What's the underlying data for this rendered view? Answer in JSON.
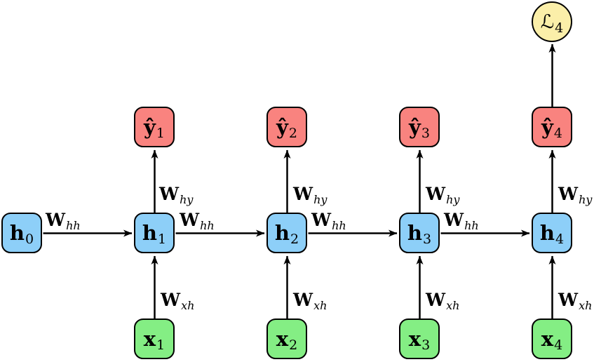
{
  "nodes": {
    "hidden": [
      {
        "base": "h",
        "sub": "0"
      },
      {
        "base": "h",
        "sub": "1"
      },
      {
        "base": "h",
        "sub": "2"
      },
      {
        "base": "h",
        "sub": "3"
      },
      {
        "base": "h",
        "sub": "4"
      }
    ],
    "outputs": [
      {
        "base": "ŷ",
        "sub": "1"
      },
      {
        "base": "ŷ",
        "sub": "2"
      },
      {
        "base": "ŷ",
        "sub": "3"
      },
      {
        "base": "ŷ",
        "sub": "4"
      }
    ],
    "inputs": [
      {
        "base": "x",
        "sub": "1"
      },
      {
        "base": "x",
        "sub": "2"
      },
      {
        "base": "x",
        "sub": "3"
      },
      {
        "base": "x",
        "sub": "4"
      }
    ],
    "loss": {
      "base": "ℒ",
      "sub": "4"
    }
  },
  "edge_labels": {
    "whh": [
      {
        "base": "W",
        "sub": "hh"
      },
      {
        "base": "W",
        "sub": "hh"
      },
      {
        "base": "W",
        "sub": "hh"
      },
      {
        "base": "W",
        "sub": "hh"
      }
    ],
    "why": [
      {
        "base": "W",
        "sub": "hy"
      },
      {
        "base": "W",
        "sub": "hy"
      },
      {
        "base": "W",
        "sub": "hy"
      },
      {
        "base": "W",
        "sub": "hy"
      }
    ],
    "wxh": [
      {
        "base": "W",
        "sub": "xh"
      },
      {
        "base": "W",
        "sub": "xh"
      },
      {
        "base": "W",
        "sub": "xh"
      },
      {
        "base": "W",
        "sub": "xh"
      }
    ]
  },
  "colors": {
    "hidden-fill": "#8DCFF8",
    "output-fill": "#F9837F",
    "input-fill": "#84EE84",
    "loss-fill": "#FBEFA9",
    "stroke": "#000000",
    "background": "#FFFFFF"
  }
}
